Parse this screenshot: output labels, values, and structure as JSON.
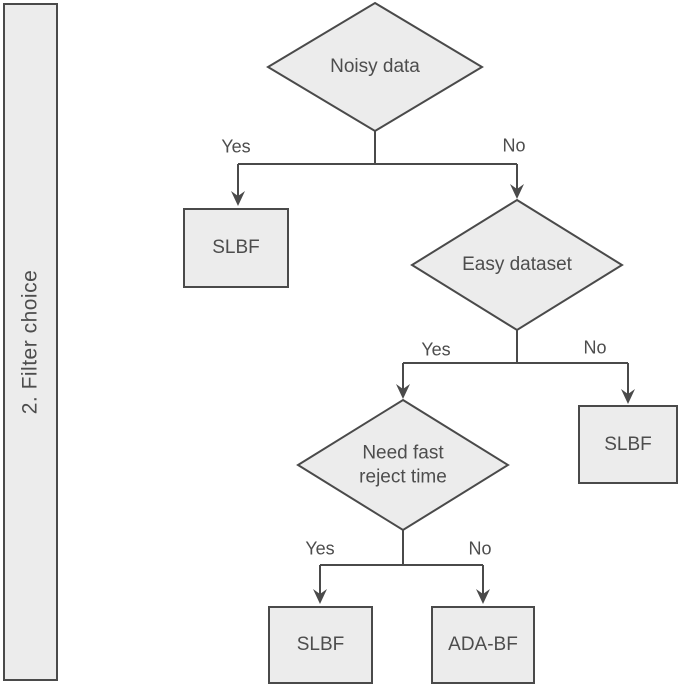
{
  "sidebar": {
    "label": "2. Filter choice"
  },
  "flowchart": {
    "decisions": {
      "noisy": {
        "label": "Noisy data"
      },
      "easy": {
        "label": "Easy dataset"
      },
      "fast": {
        "label": "Need fast reject time"
      }
    },
    "results": {
      "slbf_noisy": {
        "label": "SLBF"
      },
      "slbf_hard": {
        "label": "SLBF"
      },
      "slbf_fast": {
        "label": "SLBF"
      },
      "adabf": {
        "label": "ADA-BF"
      }
    },
    "branches": {
      "noisy": {
        "yes": "Yes",
        "no": "No"
      },
      "easy": {
        "yes": "Yes",
        "no": "No"
      },
      "fast": {
        "yes": "Yes",
        "no": "No"
      }
    }
  },
  "colors": {
    "node_fill": "#ececec",
    "stroke": "#4a4a4a",
    "text": "#4d4d4d",
    "background": "#ffffff"
  }
}
